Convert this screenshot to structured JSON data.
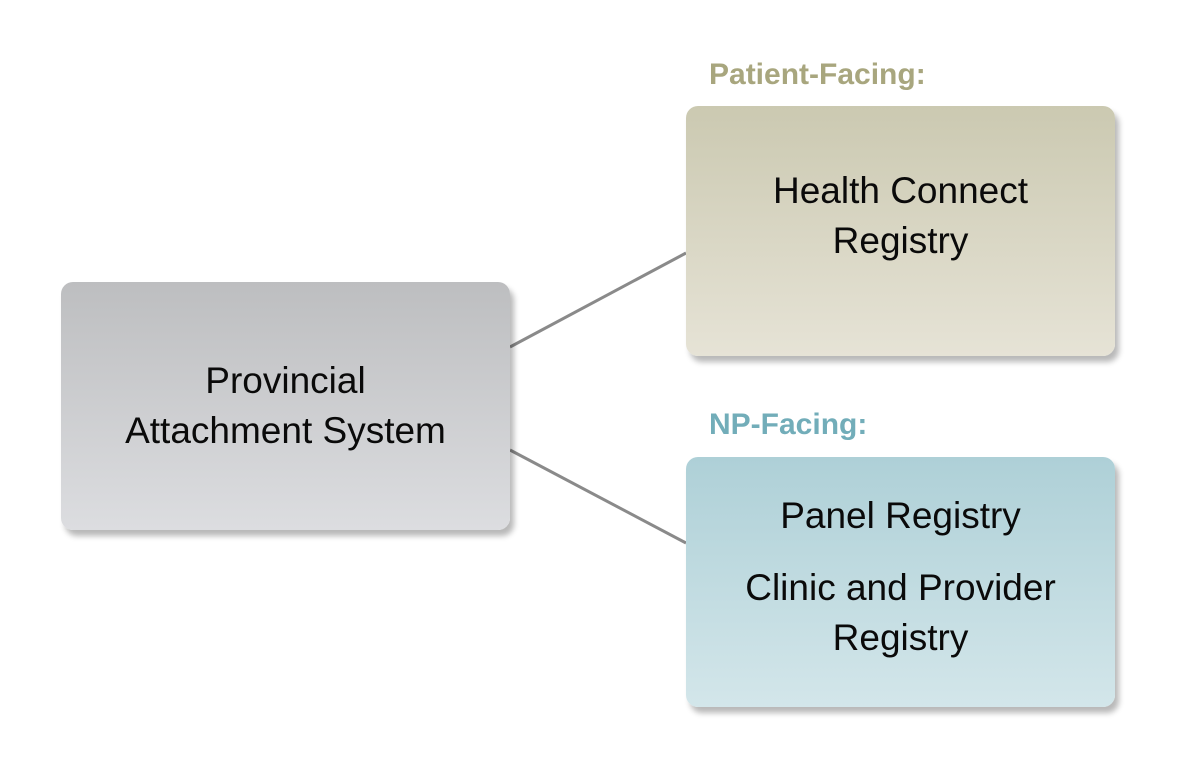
{
  "diagram": {
    "root": {
      "lines": [
        "Provincial",
        "Attachment System"
      ],
      "color": "#c8c9cb"
    },
    "groups": [
      {
        "label": "Patient-Facing:",
        "label_color": "#a8a67e",
        "box_color": "#d8d6c4",
        "items": [
          {
            "lines": [
              "Health Connect",
              "Registry"
            ]
          }
        ]
      },
      {
        "label": "NP-Facing:",
        "label_color": "#72adb9",
        "box_color": "#c0dde2",
        "items": [
          {
            "lines": [
              "Panel Registry"
            ]
          },
          {
            "lines": [
              "Clinic and Provider",
              "Registry"
            ]
          }
        ]
      }
    ],
    "connector_color": "#8a8a8a",
    "edges": [
      {
        "from": "Provincial Attachment System",
        "to": "Health Connect Registry"
      },
      {
        "from": "Provincial Attachment System",
        "to": "NP-Facing"
      }
    ]
  }
}
